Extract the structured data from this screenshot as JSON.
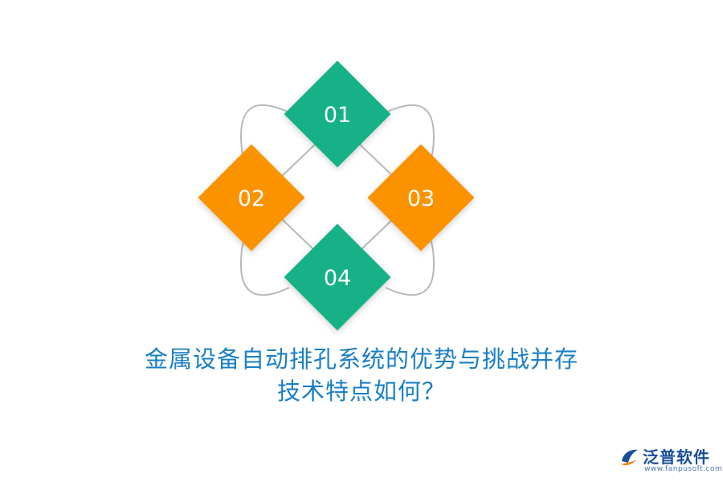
{
  "diagram": {
    "nodes": [
      {
        "id": "01",
        "label": "01",
        "color": "#15b187"
      },
      {
        "id": "02",
        "label": "02",
        "color": "#fb9203"
      },
      {
        "id": "03",
        "label": "03",
        "color": "#fb9203"
      },
      {
        "id": "04",
        "label": "04",
        "color": "#15b187"
      }
    ],
    "connector_color": "#b8b8b8"
  },
  "title": {
    "line1": "金属设备自动排孔系统的优势与挑战并存",
    "line2": "技术特点如何？",
    "color": "#1a7fc4"
  },
  "logo": {
    "brand": "泛普软件",
    "url": "www.fanpusoft.com",
    "color": "#1a4f99"
  }
}
